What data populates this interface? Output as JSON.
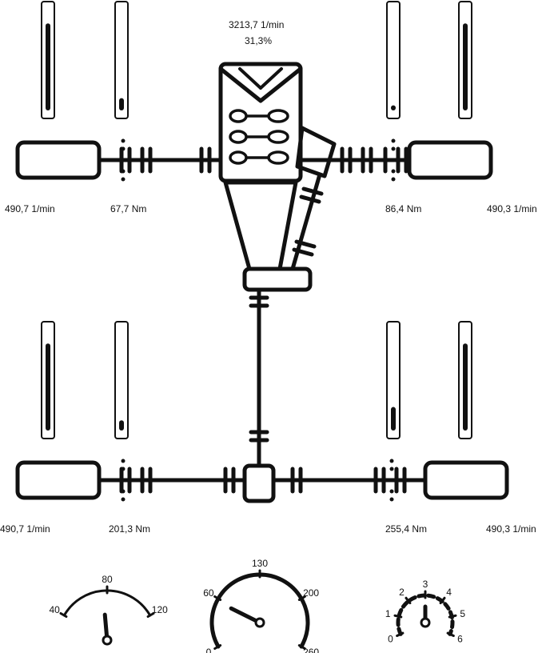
{
  "engine": {
    "rpm": "3213,7 1/min",
    "load": "31,3%"
  },
  "wheels": {
    "front_left": {
      "speed": "490,7 1/min",
      "torque": "67,7 Nm",
      "speed_level": 0.85,
      "torque_level": 0.12
    },
    "front_right": {
      "speed": "490,3 1/min",
      "torque": "86,4 Nm",
      "speed_level": 0.85,
      "torque_level": 0.05
    },
    "rear_left": {
      "speed": "490,7 1/min",
      "torque": "201,3 Nm",
      "speed_level": 0.85,
      "torque_level": 0.1
    },
    "rear_right": {
      "speed": "490,3 1/min",
      "torque": "255,4 Nm",
      "speed_level": 0.85,
      "torque_level": 0.23
    }
  },
  "gauges": {
    "accelerator": {
      "ticks": [
        "40",
        "80",
        "120"
      ],
      "value": 80
    },
    "speedometer": {
      "ticks": [
        "0",
        "60",
        "130",
        "200",
        "260"
      ],
      "value": 60
    },
    "gear": {
      "ticks": [
        "0",
        "1",
        "2",
        "3",
        "4",
        "5",
        "6"
      ],
      "value": 3
    }
  },
  "colors": {
    "stroke": "#111111",
    "background": "#ffffff"
  }
}
